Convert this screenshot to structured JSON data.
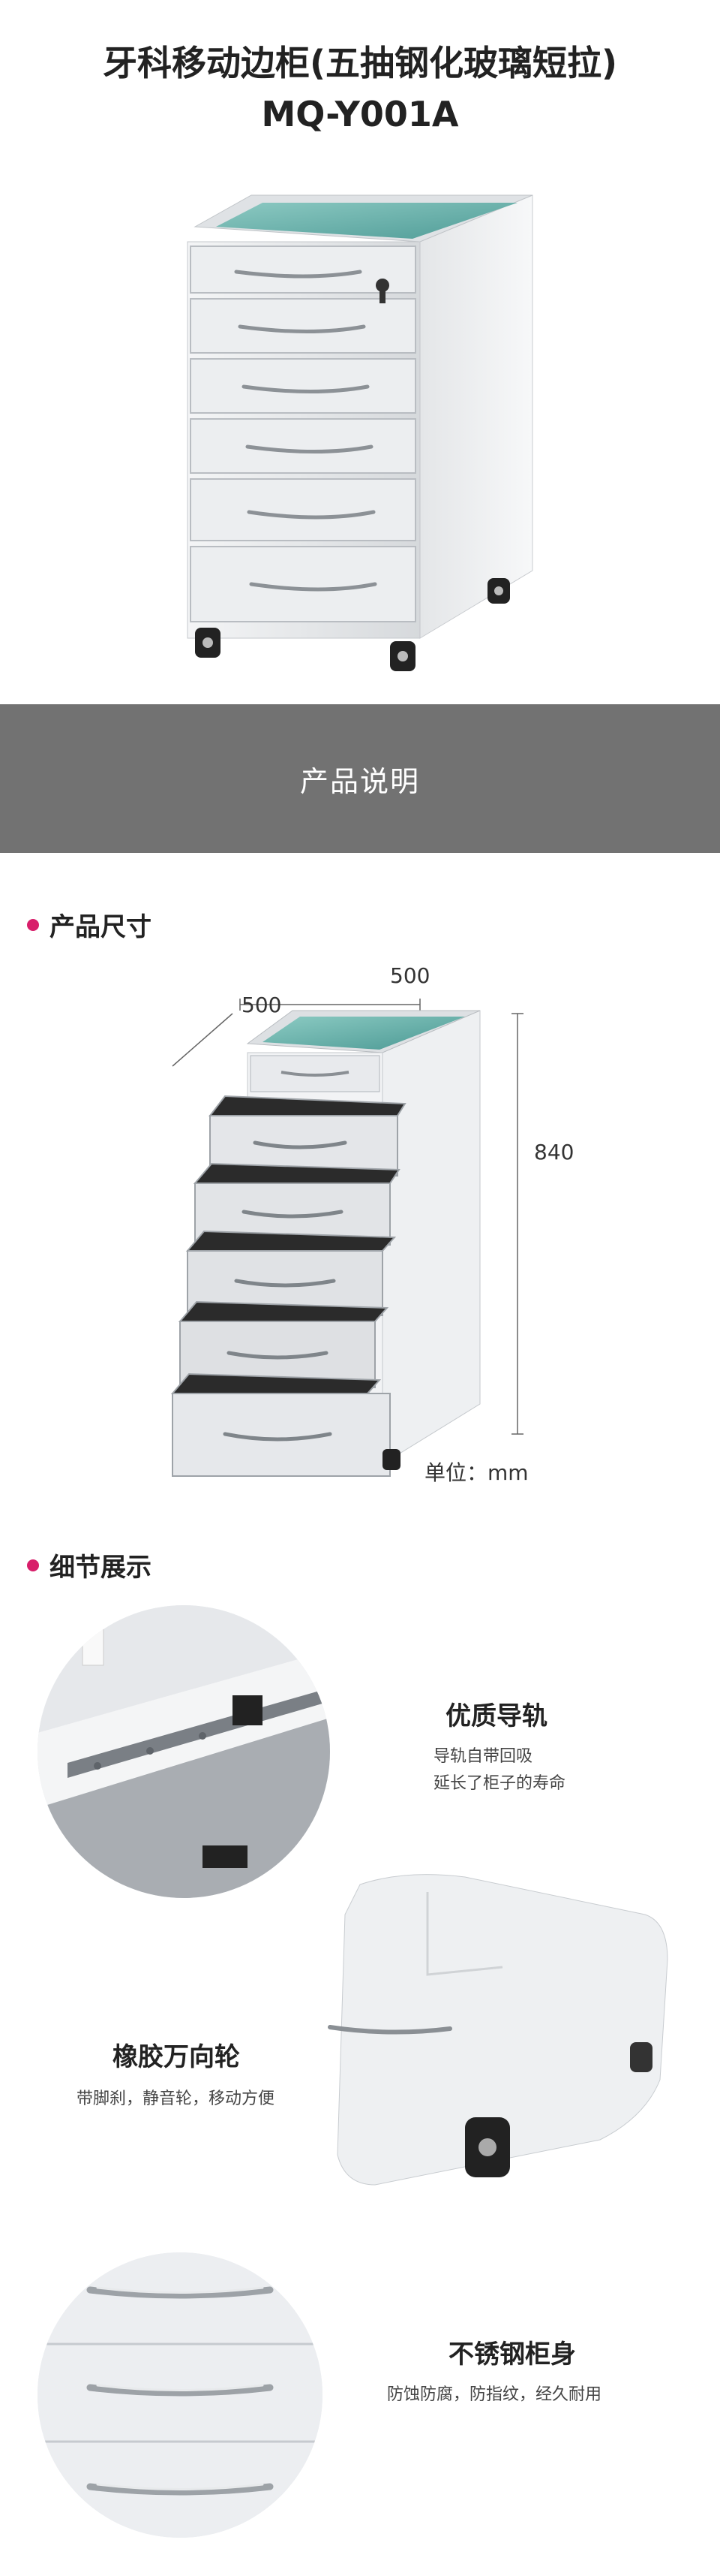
{
  "hero": {
    "title_line1": "牙科移动边柜(五抽钢化玻璃短拉)",
    "title_line2": "MQ-Y001A"
  },
  "banner": {
    "label": "产品说明"
  },
  "size_section": {
    "title": "产品尺寸",
    "width_label": "500",
    "depth_label": "500",
    "height_label": "840",
    "unit": "单位：mm"
  },
  "detail_section": {
    "title": "细节展示",
    "features": [
      {
        "title": "优质导轨",
        "desc": [
          "导轨自带回吸",
          "延长了柜子的寿命"
        ]
      },
      {
        "title": "橡胶万向轮",
        "desc": [
          "带脚刹，静音轮，移动方便"
        ]
      },
      {
        "title": "不锈钢柜身",
        "desc": [
          "防蚀防腐，防指纹，经久耐用"
        ]
      }
    ]
  },
  "colors": {
    "banner_bg": "#727272",
    "accent_dot": "#d81e6a",
    "glass_top": "#6fb3ad",
    "cabinet_body": "#e8eaec"
  }
}
